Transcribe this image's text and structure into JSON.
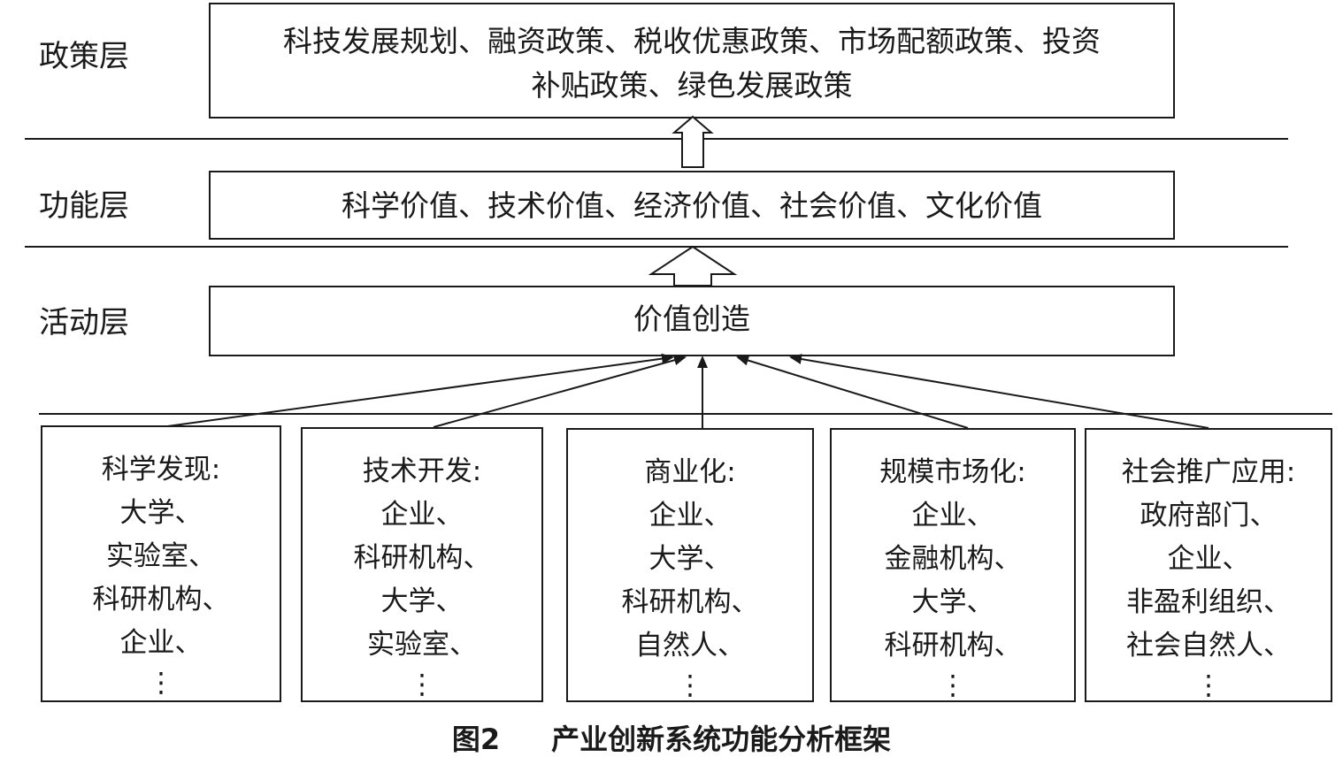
{
  "layers": {
    "policy": {
      "label": "政策层",
      "line1": "科技发展规划、融资政策、税收优惠政策、市场配额政策、投资",
      "line2": "补贴政策、绿色发展政策"
    },
    "function": {
      "label": "功能层",
      "text": "科学价值、技术价值、经济价值、社会价值、文化价值"
    },
    "activity": {
      "label": "活动层",
      "text": "价值创造"
    }
  },
  "actors": [
    {
      "title": "科学发现:",
      "items": [
        "大学、",
        "实验室、",
        "科研机构、",
        "企业、"
      ],
      "ellipsis": "⋮"
    },
    {
      "title": "技术开发:",
      "items": [
        "企业、",
        "科研机构、",
        "大学、",
        "实验室、"
      ],
      "ellipsis": "⋮"
    },
    {
      "title": "商业化:",
      "items": [
        "企业、",
        "大学、",
        "科研机构、",
        "自然人、"
      ],
      "ellipsis": "⋮"
    },
    {
      "title": "规模市场化:",
      "items": [
        "企业、",
        "金融机构、",
        "大学、",
        "科研机构、"
      ],
      "ellipsis": "⋮"
    },
    {
      "title": "社会推广应用:",
      "items": [
        "政府部门、",
        "企业、",
        "非盈利组织、",
        "社会自然人、"
      ],
      "ellipsis": "⋮"
    }
  ],
  "caption": {
    "figure": "图2",
    "title": "产业创新系统功能分析框架"
  }
}
